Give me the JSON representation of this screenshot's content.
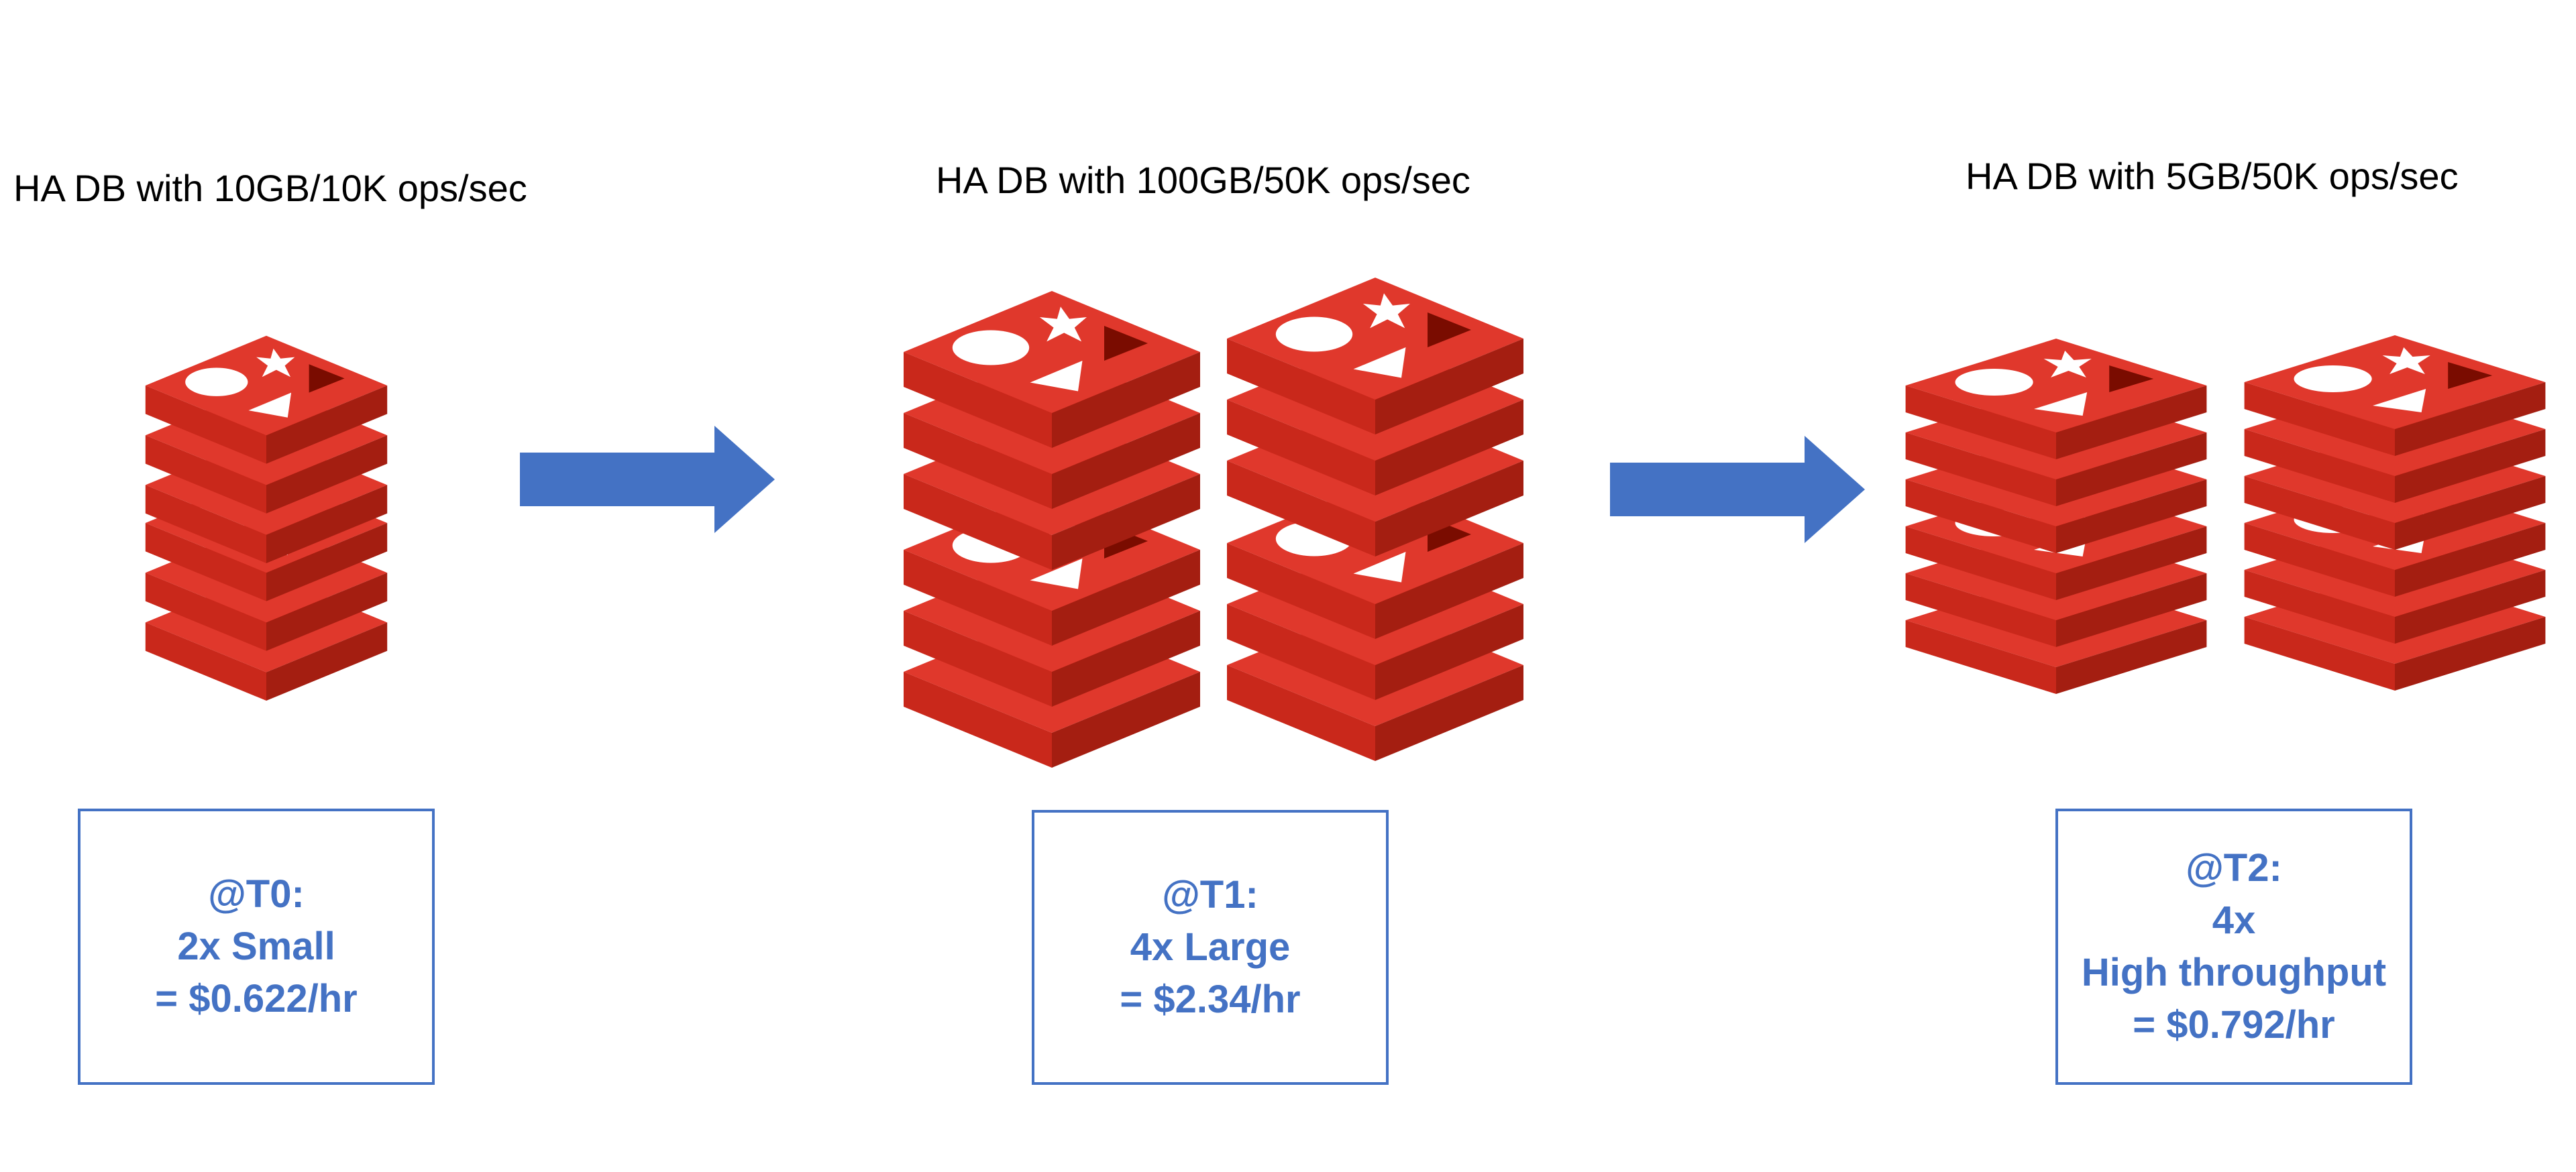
{
  "stages": [
    {
      "title": "HA DB with 10GB/10K ops/sec",
      "lines": [
        "@T0:",
        "2x Small",
        "= $0.622/hr"
      ]
    },
    {
      "title": "HA DB with 100GB/50K ops/sec",
      "lines": [
        "@T1:",
        "4x Large",
        "= $2.34/hr"
      ]
    },
    {
      "title": "HA DB with 5GB/50K ops/sec",
      "lines": [
        "@T2:",
        "4x",
        "High throughput",
        "= $0.792/hr"
      ]
    }
  ],
  "icons": {
    "database": "redis-database-icon",
    "arrow": "right-arrow-icon"
  },
  "colors": {
    "icon_red": "#d82c20",
    "icon_top": "#e0382c",
    "icon_side": "#a41e11",
    "icon_cutout": "#7a0c00",
    "arrow": "#4472c4",
    "box_border": "#4472c4",
    "box_text": "#4472c4",
    "title_text": "#000000"
  }
}
